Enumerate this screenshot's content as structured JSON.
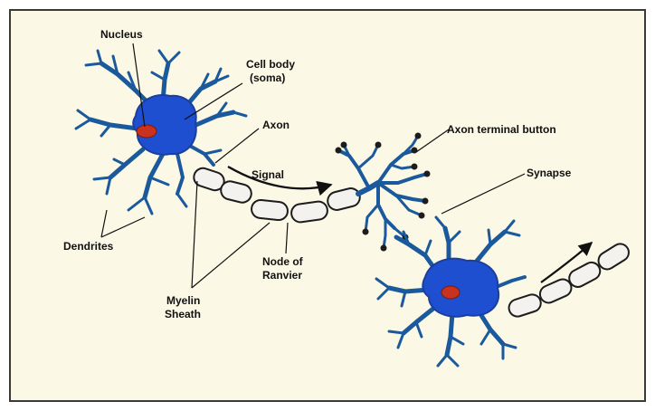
{
  "labels": {
    "nucleus": "Nucleus",
    "cell_body_line1": "Cell body",
    "cell_body_line2": "(soma)",
    "axon": "Axon",
    "signal": "Signal",
    "axon_terminal": "Axon terminal button",
    "synapse": "Synapse",
    "dendrites": "Dendrites",
    "node_line1": "Node of",
    "node_line2": "Ranvier",
    "myelin_line1": "Myelin",
    "myelin_line2": "Sheath"
  },
  "colors": {
    "background": "#fbf8e6",
    "cell_body": "#1f4fd1",
    "dendrite": "#1a5a9c",
    "nucleus": "#c8321e",
    "myelin_fill": "#f4f2ee",
    "text": "#111111"
  }
}
